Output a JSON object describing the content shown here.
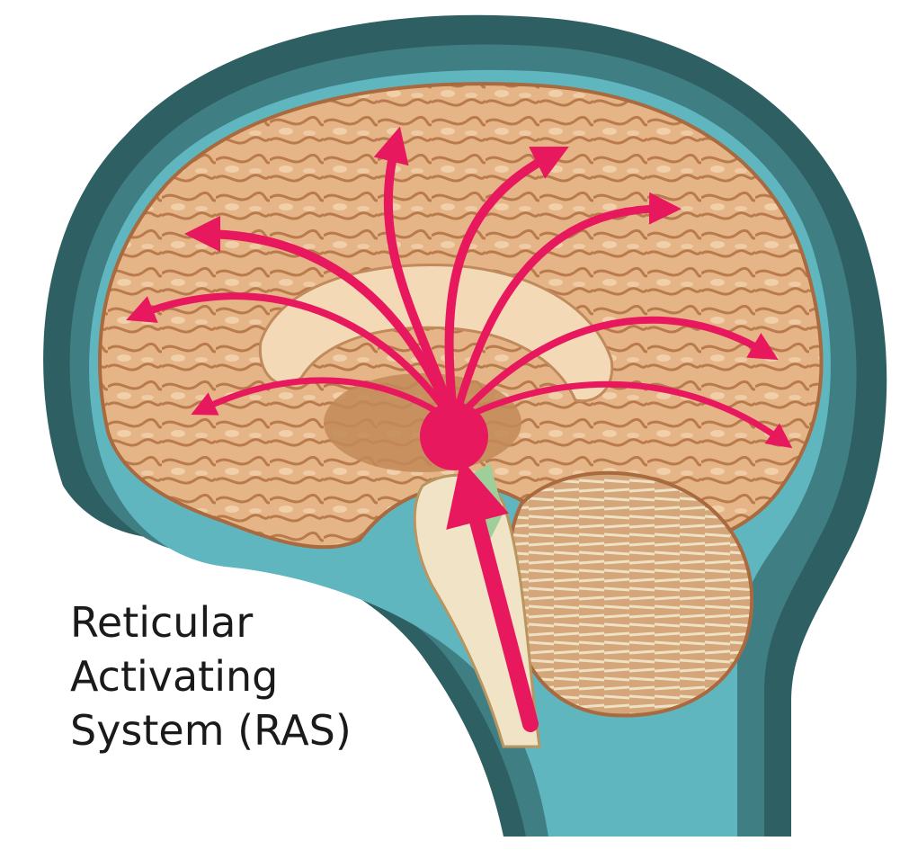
{
  "caption": {
    "line1": "Reticular",
    "line2": "Activating",
    "line3": "System (RAS)"
  },
  "colors": {
    "head_dark": "#2e5f63",
    "head_mid": "#3f7f84",
    "csf": "#5fb6bf",
    "brain": "#e8b98a",
    "brain_light": "#f3d9b5",
    "brain_shadow": "#b9794a",
    "arrow": "#e8185e",
    "brainstem": "#f1e4c6",
    "green_tract": "#9ecf9a"
  },
  "icons": {
    "arrows": "radiating-arrows",
    "node": "ras-center-dot"
  }
}
